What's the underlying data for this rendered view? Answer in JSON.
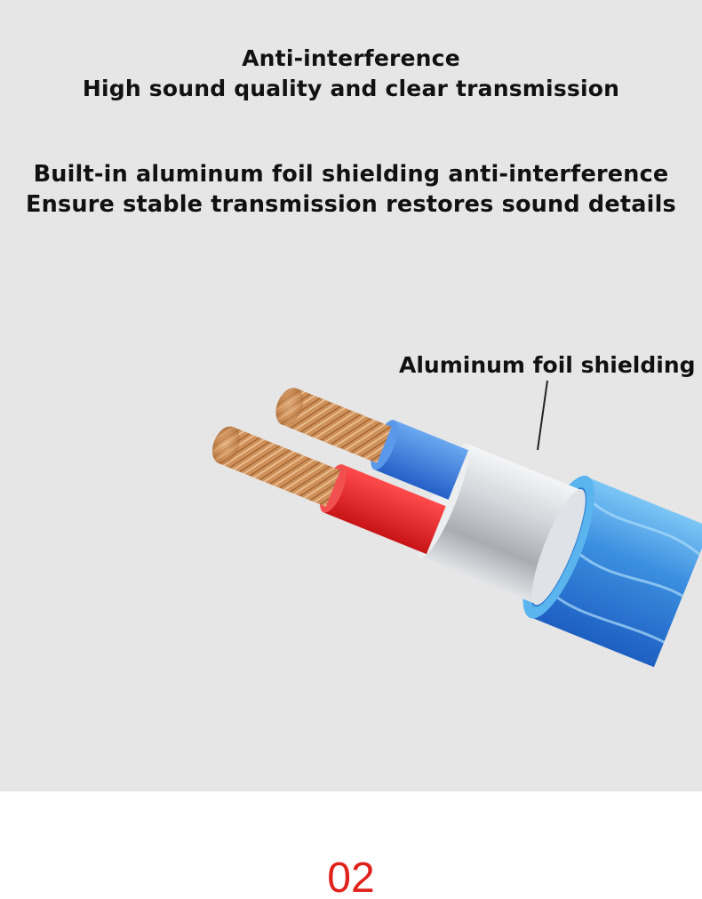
{
  "headline": {
    "line1": "Anti-interference",
    "line2": "High sound quality and clear transmission"
  },
  "subheadline": {
    "line1": "Built-in aluminum foil shielding anti-interference",
    "line2": "Ensure stable transmission restores sound details"
  },
  "callout": {
    "label": "Aluminum foil shielding"
  },
  "colors": {
    "background_panel": "#e6e6e6",
    "copper": "#c98a52",
    "red_insulation": "#e8262a",
    "blue_insulation": "#3a7fd8",
    "foil": "#c9cdd2",
    "outer_jacket": "#4aa3e8",
    "page_number": "#e0201a"
  },
  "page_number": "02"
}
